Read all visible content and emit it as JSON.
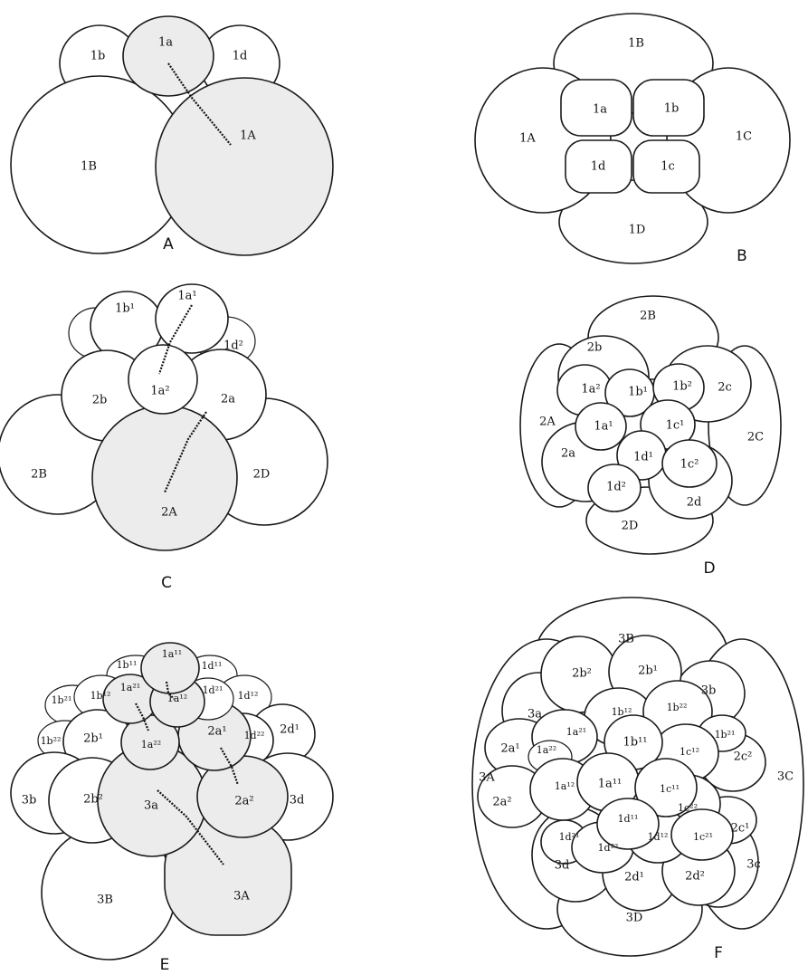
{
  "panels": {
    "A": {
      "letter": "A",
      "labels": {
        "c1b": "1b",
        "c1a": "1a",
        "c1d": "1d",
        "c1B": "1B",
        "c1A": "1A"
      }
    },
    "B": {
      "letter": "B",
      "labels": {
        "c1B": "1B",
        "c1A": "1A",
        "c1C": "1C",
        "c1D": "1D",
        "c1a": "1a",
        "c1b": "1b",
        "c1d": "1d",
        "c1c": "1c"
      }
    },
    "C": {
      "letter": "C",
      "labels": {
        "c1b1": "1b¹",
        "c1a1": "1a¹",
        "c1d2": "1d²",
        "c1a2": "1a²",
        "c2b": "2b",
        "c2a": "2a",
        "c2B": "2B",
        "c2A": "2A",
        "c2D": "2D"
      }
    },
    "D": {
      "letter": "D",
      "labels": {
        "c2B": "2B",
        "c2b": "2b",
        "c1a2": "1a²",
        "c1b1": "1b¹",
        "c1b2": "1b²",
        "c2c": "2c",
        "c2A": "2A",
        "c1a1": "1a¹",
        "c1c1": "1c¹",
        "c2C": "2C",
        "c2a": "2a",
        "c1d1": "1d¹",
        "c1c2": "1c²",
        "c1d2": "1d²",
        "c2d": "2d",
        "c2D": "2D"
      }
    },
    "E": {
      "letter": "E",
      "labels": {
        "c1b11": "1b¹¹",
        "c1a11": "1a¹¹",
        "c1d11": "1d¹¹",
        "c1b21": "1b²¹",
        "c1b12": "1b¹²",
        "c1a21": "1a²¹",
        "c1a12": "1a¹²",
        "c1d21": "1d²¹",
        "c1d12": "1d¹²",
        "c1b22": "1b²²",
        "c2b1": "2b¹",
        "c1a22": "1a²²",
        "c2a1": "2a¹",
        "c1d22": "1d²²",
        "c2d1": "2d¹",
        "c3b": "3b",
        "c2b2": "2b²",
        "c3a": "3a",
        "c2a2": "2a²",
        "c3d": "3d",
        "c3B": "3B",
        "c3A": "3A"
      }
    },
    "F": {
      "letter": "F",
      "labels": {
        "c3B": "3B",
        "c2b2": "2b²",
        "c2b1": "2b¹",
        "c3b": "3b",
        "c3a": "3a",
        "c1b12": "1b¹²",
        "c1b22": "1b²²",
        "c1b21": "1b²¹",
        "c1a21": "1a²¹",
        "c2a1": "2a¹",
        "c1a22": "1a²²",
        "c1b11": "1b¹¹",
        "c1c12": "1c¹²",
        "c2c2": "2c²",
        "c3A": "3A",
        "c3C": "3C",
        "c1a12": "1a¹²",
        "c1a11": "1a¹¹",
        "c1c11": "1c¹¹",
        "c2a2": "2a²",
        "c1d11": "1d¹¹",
        "c1c22": "1c²²",
        "c1d21": "1d²¹",
        "c1d22": "1d²²",
        "c1d12": "1d¹²",
        "c1c21": "1c²¹",
        "c2c1": "2c¹",
        "c3d": "3d",
        "c2d1": "2d¹",
        "c2d2": "2d²",
        "c3c": "3c",
        "c3D": "3D"
      }
    }
  }
}
